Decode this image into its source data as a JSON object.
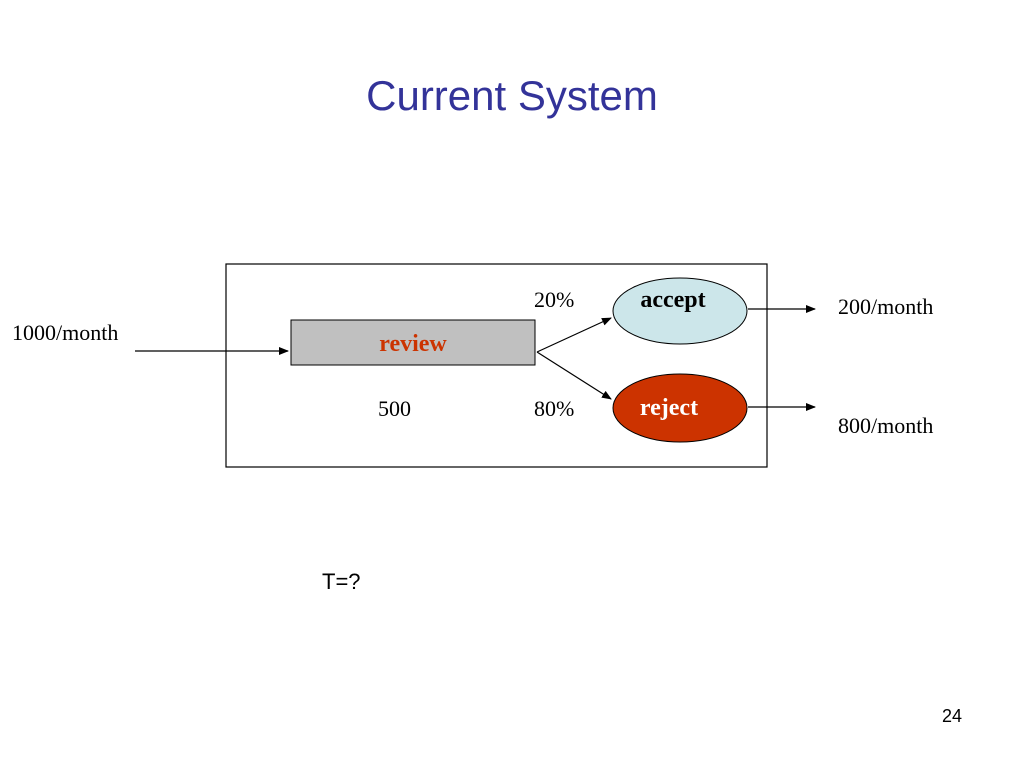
{
  "slide": {
    "title": "Current System",
    "page_number": "24",
    "question": "T=?"
  },
  "diagram": {
    "input_rate": "1000/month",
    "review_label": "review",
    "inventory_value": "500",
    "accept_share": "20%",
    "reject_share": "80%",
    "accept_label": "accept",
    "reject_label": "reject",
    "accept_output_rate": "200/month",
    "reject_output_rate": "800/month"
  },
  "colors": {
    "title": "#333399",
    "review_box_fill": "#c0c0c0",
    "review_text": "#cc3300",
    "accept_fill": "#cce6ea",
    "reject_fill": "#cc3300",
    "reject_text": "#ffffff"
  }
}
